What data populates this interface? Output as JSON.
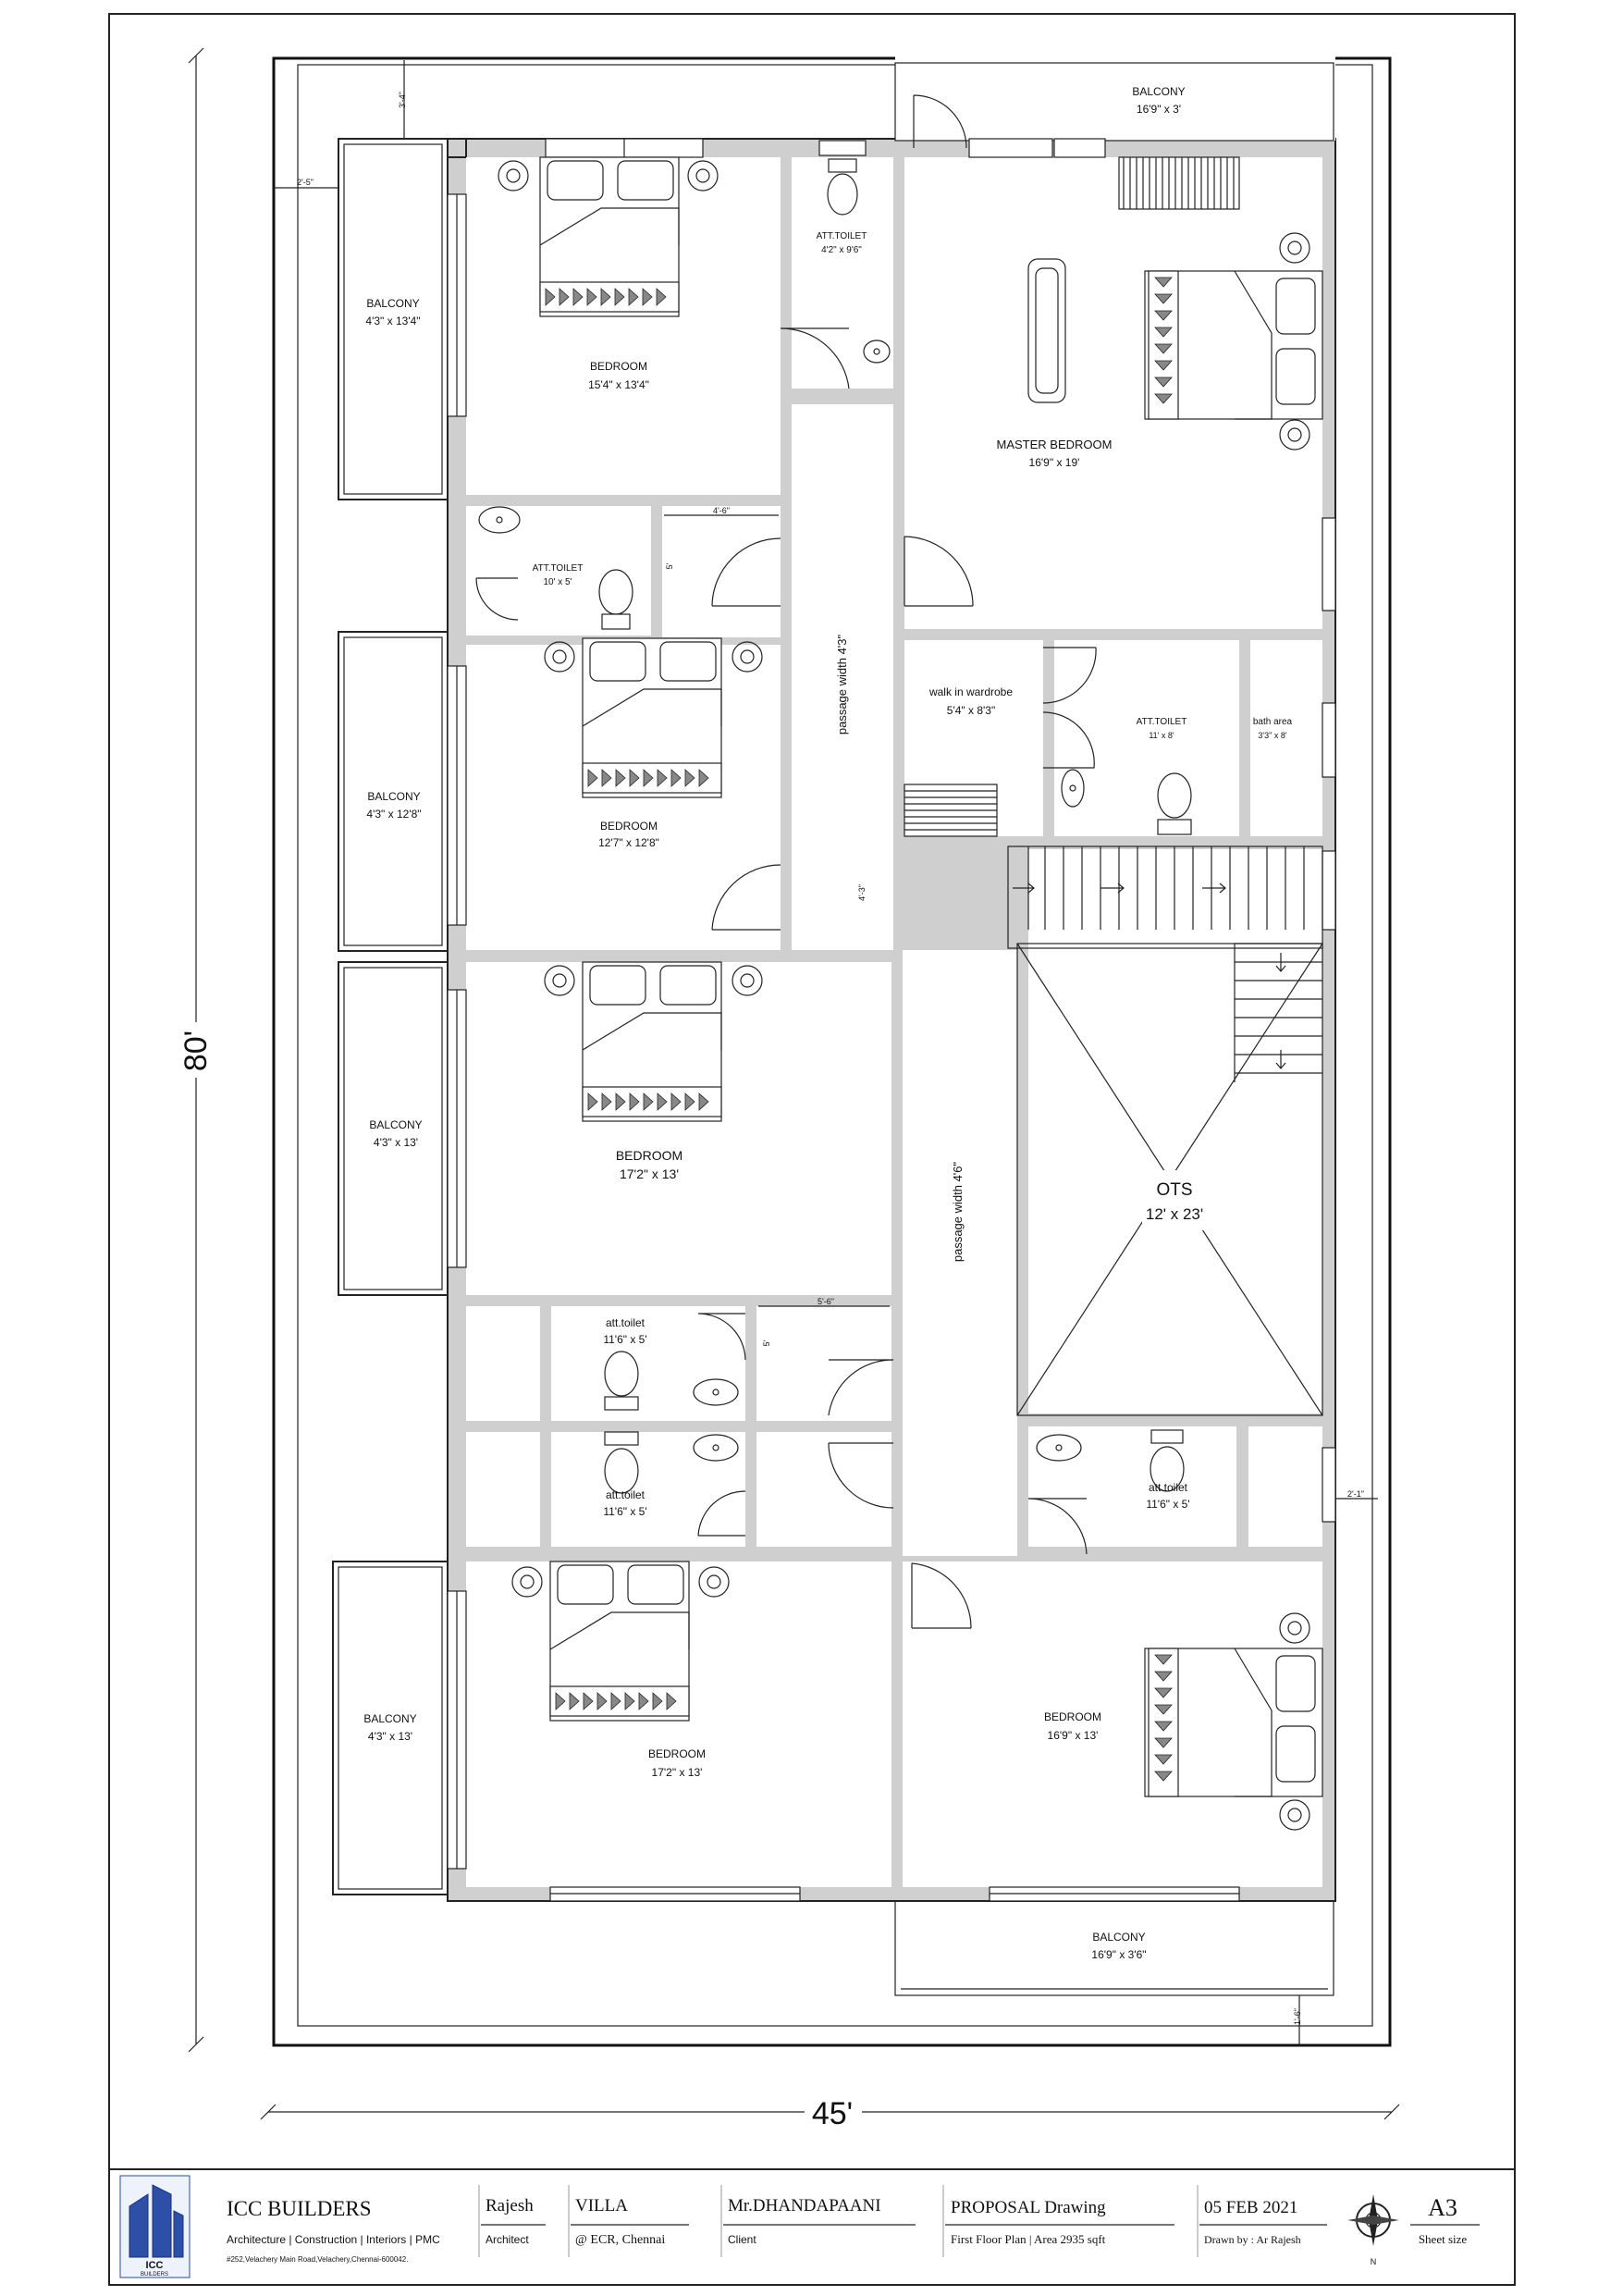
{
  "dimensions": {
    "height": "80'",
    "width": "45'"
  },
  "rooms": {
    "balcony_top": {
      "name": "BALCONY",
      "size": "16'9\" x 3'"
    },
    "bedroom1": {
      "name": "BEDROOM",
      "size": "15'4\" x 13'4\""
    },
    "att_toilet1": {
      "name": "ATT.TOILET",
      "size": "4'2\" x 9'6\""
    },
    "master_bedroom": {
      "name": "MASTER BEDROOM",
      "size": "16'9\" x 19'"
    },
    "balcony1": {
      "name": "BALCONY",
      "size": "4'3\" x 13'4\""
    },
    "att_toilet2": {
      "name": "ATT.TOILET",
      "size": "10' x 5'"
    },
    "passage1": {
      "label": "passage  width  4'3\""
    },
    "walk_in": {
      "name": "walk in wardrobe",
      "size": "5'4\" x 8'3\""
    },
    "att_toilet3": {
      "name": "ATT.TOILET",
      "size": "11' x 8'"
    },
    "bath_area": {
      "name": "bath area",
      "size": "3'3\" x 8'"
    },
    "balcony2": {
      "name": "BALCONY",
      "size": "4'3\" x 12'8\""
    },
    "bedroom2": {
      "name": "BEDROOM",
      "size": "12'7\" x 12'8\""
    },
    "balcony3": {
      "name": "BALCONY",
      "size": "4'3\" x 13'"
    },
    "bedroom3": {
      "name": "BEDROOM",
      "size": "17'2\" x 13'"
    },
    "passage2": {
      "label": "passage  width  4'6\""
    },
    "ots": {
      "name": "OTS",
      "size": "12' x 23'"
    },
    "att_toilet4": {
      "name": "att.toilet",
      "size": "11'6\" x 5'"
    },
    "att_toilet5": {
      "name": "att.toilet",
      "size": "11'6\" x 5'"
    },
    "att_toilet6": {
      "name": "att.toilet",
      "size": "11'6\" x 5'"
    },
    "balcony4": {
      "name": "BALCONY",
      "size": "4'3\" x 13'"
    },
    "bedroom4": {
      "name": "BEDROOM",
      "size": "17'2\" x 13'"
    },
    "bedroom5": {
      "name": "BEDROOM",
      "size": "16'9\" x 13'"
    },
    "balcony_bottom": {
      "name": "BALCONY",
      "size": "16'9\" x 3'6\""
    }
  },
  "small_dims": {
    "d1": "3'-4\"",
    "d2": "2'-5\"",
    "d3": "4'-6\"",
    "d4": "5'",
    "d5": "4'-3\"",
    "d6": "5'-6\"",
    "d7": "5'",
    "d8": "2'-1\"",
    "d9": "1'-6\""
  },
  "title_block": {
    "company": "ICC BUILDERS",
    "company_tagline": "Architecture | Construction | Interiors | PMC",
    "company_address": "#252,Velachery Main Road,Velachery,Chennai-600042.",
    "logo_letters": "ICC",
    "logo_sub": "BUILDERS",
    "architect_name": "Rajesh",
    "architect_label": "Architect",
    "project": "VILLA",
    "project_location": "@ ECR, Chennai",
    "client_name": "Mr.DHANDAPAANI",
    "client_label": "Client",
    "drawing_type": "PROPOSAL Drawing",
    "drawing_desc": "First Floor Plan | Area 2935 sqft",
    "date": "05 FEB 2021",
    "drawn_by": "Drawn by  : Ar Rajesh",
    "north_label": "N",
    "sheet": "A3",
    "sheet_label": "Sheet size"
  }
}
